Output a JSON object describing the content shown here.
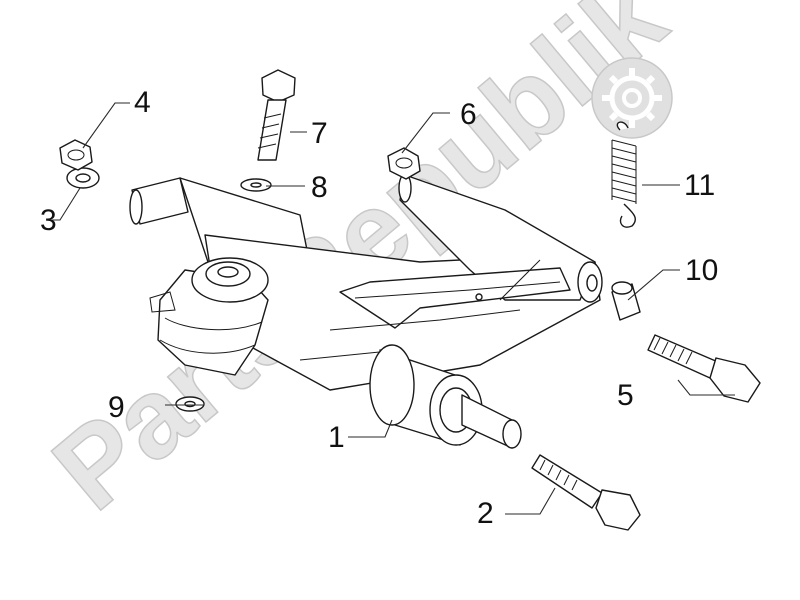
{
  "watermark": {
    "text": "PartsRepublik"
  },
  "callouts": [
    {
      "id": "1",
      "label": "1"
    },
    {
      "id": "2",
      "label": "2"
    },
    {
      "id": "3",
      "label": "3"
    },
    {
      "id": "4",
      "label": "4"
    },
    {
      "id": "5",
      "label": "5"
    },
    {
      "id": "6",
      "label": "6"
    },
    {
      "id": "7",
      "label": "7"
    },
    {
      "id": "8",
      "label": "8"
    },
    {
      "id": "9",
      "label": "9"
    },
    {
      "id": "10",
      "label": "10"
    },
    {
      "id": "11",
      "label": "11"
    }
  ],
  "colors": {
    "line": "#1a1a1a",
    "watermark_fill": "#e6e6e6",
    "background": "#ffffff"
  }
}
